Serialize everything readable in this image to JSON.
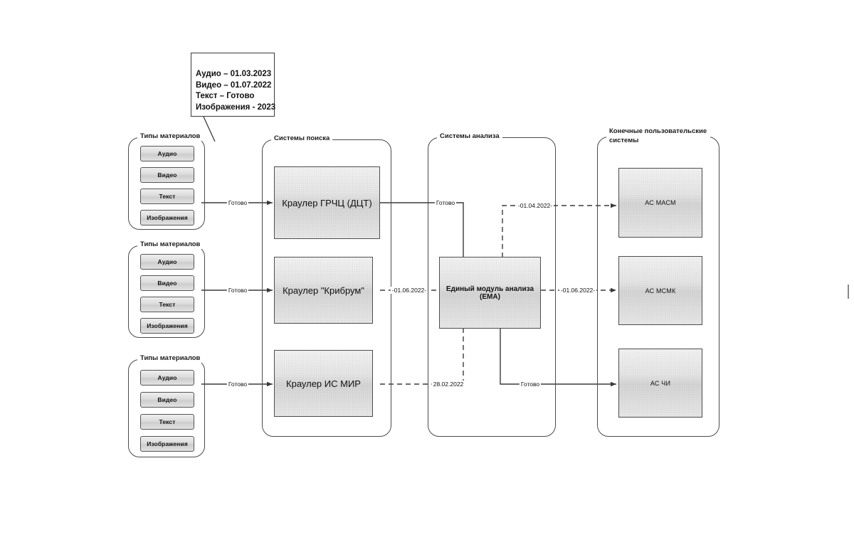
{
  "note": {
    "name": "note-callout",
    "lines": [
      "Аудио – 01.03.2023",
      "Видео – 01.07.2022",
      "Текст – Готово",
      "Изображения - 2023"
    ]
  },
  "groups": {
    "materials_label": "Типы материалов",
    "search_label": "Системы поиска",
    "analysis_label": "Системы анализа",
    "enduser_label": "Конечные пользовательские системы"
  },
  "material_chips": [
    "Аудио",
    "Видео",
    "Текст",
    "Изображения"
  ],
  "nodes": {
    "crawler_grchc": "Краулер ГРЧЦ (ДЦТ)",
    "crawler_kribrum": "Краулер \"Крибрум\"",
    "crawler_ismir": "Краулер ИС МИР",
    "ema": "Единый модуль анализа (ЕМА)",
    "as_masm": "АС МАСМ",
    "as_msmk": "АС МСМК",
    "as_chi": "АС ЧИ"
  },
  "edge_labels": {
    "ready_1": "Готово",
    "ready_2": "Готово",
    "ready_3": "Готово",
    "grchc_to_ema": "Готово",
    "kribrum_to_ema": "-01.06.2022-",
    "ismir_to_ema": "28.02.2022",
    "ema_to_masm": "-01.04.2022-",
    "ema_to_msmk": "-01.06.2022-",
    "ema_to_chi": "Готово"
  },
  "colors": {
    "stroke": "#4a4a4a",
    "text": "#111111",
    "node_fill": "#e0e0e0",
    "background": "#ffffff"
  }
}
